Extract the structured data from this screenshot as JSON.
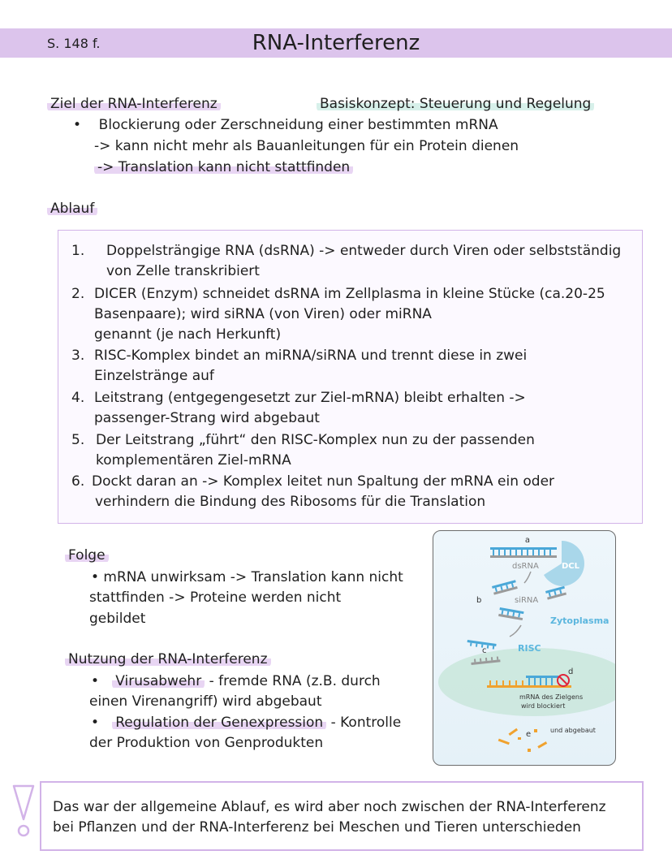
{
  "header": {
    "page_ref": "S. 148 f.",
    "title": "RNA-Interferenz"
  },
  "ziel": {
    "heading": "Ziel der RNA-Interferenz",
    "concept": "Basiskonzept: Steuerung und Regelung",
    "bullet": "Blockierung oder Zerschneidung einer bestimmten mRNA",
    "sub1": "-> kann nicht mehr als Bauanleitungen für ein Protein dienen",
    "sub2": "-> Translation kann nicht stattfinden"
  },
  "ablauf": {
    "heading": "Ablauf",
    "steps": [
      {
        "num": "1.",
        "lines": [
          "Doppelsträngige RNA (dsRNA) -> entweder durch Viren oder selbstständig",
          "von Zelle transkribiert"
        ]
      },
      {
        "num": "2.",
        "lines": [
          "DICER (Enzym) schneidet dsRNA im Zellplasma in kleine Stücke (ca.20-25",
          "Basenpaare); wird siRNA (von Viren) oder miRNA",
          "genannt (je nach Herkunft)"
        ]
      },
      {
        "num": "3.",
        "lines": [
          "RISC-Komplex bindet an miRNA/siRNA und trennt diese in zwei",
          "Einzelstränge auf"
        ]
      },
      {
        "num": "4.",
        "lines": [
          "Leitstrang (entgegengesetzt zur Ziel-mRNA) bleibt erhalten ->",
          "passenger-Strang wird abgebaut"
        ]
      },
      {
        "num": "5.",
        "lines": [
          "Der Leitstrang „führt“ den RISC-Komplex nun zu der passenden",
          "komplementären Ziel-mRNA"
        ]
      },
      {
        "num": "6.",
        "lines": [
          "Dockt daran an -> Komplex leitet nun Spaltung der mRNA ein oder",
          "verhindern die Bindung des Ribosoms für die Translation"
        ]
      }
    ]
  },
  "folge": {
    "heading": "Folge",
    "lines": [
      "• mRNA unwirksam -> Translation kann nicht",
      "stattfinden -> Proteine werden nicht",
      "gebildet"
    ]
  },
  "nutzung": {
    "heading": "Nutzung der RNA-Interferenz",
    "b1_hl": "Virusabwehr",
    "b1_rest": " - fremde RNA (z.B. durch",
    "b1_line2": "einen Virenangriff) wird abgebaut",
    "b2_hl": "Regulation der Genexpression",
    "b2_rest": " - Kontrolle",
    "b2_line2": "der Produktion von Genprodukten"
  },
  "diagram": {
    "label_a": "a",
    "label_b": "b",
    "label_c": "c",
    "label_d": "d",
    "label_e": "e",
    "dsrna": "dsRNA",
    "dcl": "DCL",
    "sirna": "siRNA",
    "zytoplasma": "Zytoplasma",
    "risc": "RISC",
    "mrna_line1": "mRNA des Zielgens",
    "mrna_line2": "wird blockiert",
    "abgebaut": "und abgebaut"
  },
  "note": {
    "line1": "Das war der allgemeine Ablauf, es wird aber noch zwischen der RNA-Interferenz",
    "line2": "bei Pflanzen und der RNA-Interferenz bei Meschen und Tieren unterschieden"
  },
  "colors": {
    "header_bg": "#dcc4ec",
    "highlight_purple": "#e8d5f3",
    "highlight_green": "#d7f0ea",
    "box_border": "#d2b3e8",
    "rna_blue": "#4aa8d8",
    "rna_orange": "#f0a22e"
  }
}
